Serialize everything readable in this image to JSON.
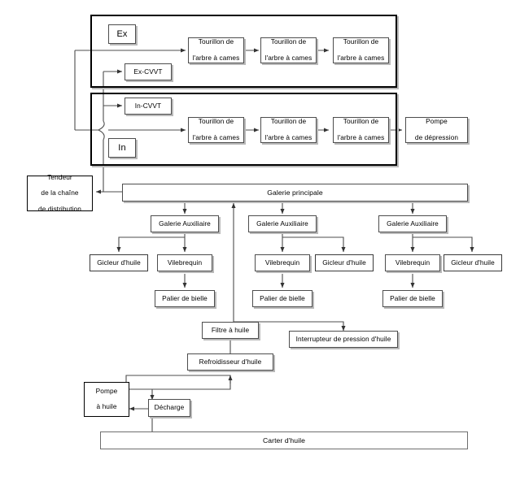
{
  "diagram": {
    "title": "Circuit de lubrification moteur",
    "language": "fr",
    "colors": {
      "node_border": "#4d4d4d",
      "group_border": "#000000",
      "shadow": "#b9b9b9",
      "wire": "#4d4d4d",
      "background": "#ffffff",
      "text": "#000000"
    }
  },
  "groups": [
    {
      "id": "group-ex",
      "label": "Ex"
    },
    {
      "id": "group-in",
      "label": "In"
    }
  ],
  "labels": {
    "ex": "Ex",
    "in": "In",
    "ex_cvvt": "Ex-CVVT",
    "in_cvvt": "In-CVVT",
    "tourillon": "Tourillon de\nl'arbre à cames",
    "tourillon_l1": "Tourillon de",
    "tourillon_l2": "l'arbre à cames",
    "pompe_depression_l1": "Pompe",
    "pompe_depression_l2": "de dépression",
    "tendeur_l1": "Tendeur",
    "tendeur_l2": "de la chaîne",
    "tendeur_l3": "de distribution",
    "galerie_principale": "Galerie principale",
    "galerie_auxiliaire": "Galerie Auxiliaire",
    "gicleur": "Gicleur d'huile",
    "vilebrequin": "Vilebrequin",
    "palier": "Palier de bielle",
    "filtre": "Filtre à huile",
    "interrupteur": "Interrupteur de pression d'huile",
    "refroidisseur": "Refroidisseur d'huile",
    "pompe_huile_l1": "Pompe",
    "pompe_huile_l2": "à huile",
    "decharge": "Décharge",
    "carter": "Carter d'huile"
  },
  "nodes": {
    "ex_tag": "Ex",
    "in_tag": "In",
    "ex_cvvt": "Ex-CVVT",
    "in_cvvt": "In-CVVT",
    "ex_tourillon_1_l1": "Tourillon de",
    "ex_tourillon_1_l2": "l'arbre à cames",
    "ex_tourillon_2_l1": "Tourillon de",
    "ex_tourillon_2_l2": "l'arbre à cames",
    "ex_tourillon_3_l1": "Tourillon de",
    "ex_tourillon_3_l2": "l'arbre à cames",
    "in_tourillon_1_l1": "Tourillon de",
    "in_tourillon_1_l2": "l'arbre à cames",
    "in_tourillon_2_l1": "Tourillon de",
    "in_tourillon_2_l2": "l'arbre à cames",
    "in_tourillon_3_l1": "Tourillon de",
    "in_tourillon_3_l2": "l'arbre à cames",
    "pompe_depression_l1": "Pompe",
    "pompe_depression_l2": "de dépression",
    "tendeur_l1": "Tendeur",
    "tendeur_l2": "de la chaîne",
    "tendeur_l3": "de distribution",
    "galerie_principale": "Galerie principale",
    "aux_1": "Galerie Auxiliaire",
    "aux_2": "Galerie Auxiliaire",
    "aux_3": "Galerie Auxiliaire",
    "gicleur_1": "Gicleur d'huile",
    "vilebrequin_1": "Vilebrequin",
    "palier_1": "Palier de bielle",
    "vilebrequin_2": "Vilebrequin",
    "gicleur_2": "Gicleur d'huile",
    "palier_2": "Palier de bielle",
    "vilebrequin_3": "Vilebrequin",
    "gicleur_3": "Gicleur d'huile",
    "palier_3": "Palier de bielle",
    "filtre": "Filtre à huile",
    "interrupteur": "Interrupteur de pression d'huile",
    "refroidisseur": "Refroidisseur d'huile",
    "pompe_huile_l1": "Pompe",
    "pompe_huile_l2": "à huile",
    "decharge": "Décharge",
    "carter": "Carter d'huile"
  },
  "flow": [
    "Carter d'huile → Pompe à huile",
    "Pompe à huile → Décharge",
    "Décharge → Pompe à huile",
    "Pompe à huile → Refroidisseur d'huile",
    "Refroidisseur d'huile → Filtre à huile",
    "Filtre à huile → Galerie principale",
    "Filtre à huile → Interrupteur de pression d'huile",
    "Galerie principale → Tendeur de la chaîne de distribution",
    "Galerie principale → Galerie Auxiliaire ×3",
    "Galerie Auxiliaire → Gicleur d'huile",
    "Galerie Auxiliaire → Vilebrequin → Palier de bielle",
    "Galerie principale → Ex-CVVT / In-CVVT",
    "Galerie principale → Tourillon de l'arbre à cames (Ex / In)",
    "Tourillon de l'arbre à cames (In) → Pompe de dépression"
  ]
}
